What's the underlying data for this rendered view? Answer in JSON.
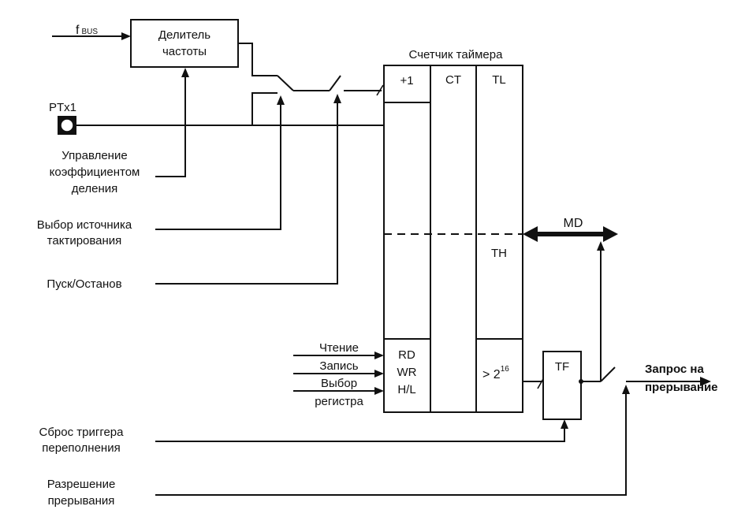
{
  "inputs": {
    "fbus": "f",
    "fbus_sub": "BUS",
    "pin": "PTx1",
    "divider_control": [
      "Управление",
      "коэффициентом",
      "деления"
    ],
    "clock_select": [
      "Выбор источника",
      "тактирования"
    ],
    "start_stop": "Пуск/Останов",
    "overflow_reset": [
      "Сброс триггера",
      "переполнения"
    ],
    "interrupt_enable": [
      "Разрешение",
      "прерывания"
    ]
  },
  "divider": {
    "label": [
      "Делитель",
      "частоты"
    ]
  },
  "counter": {
    "title": "Счетчик таймера",
    "increment": "+1",
    "ct": "CT",
    "tl": "TL",
    "th": "TH",
    "overflow": "> 2",
    "overflow_exp": "16"
  },
  "register_access": {
    "read": "Чтение",
    "write": "Запись",
    "select": [
      "Выбор",
      "регистра"
    ],
    "codes": [
      "RD",
      "WR",
      "H/L"
    ]
  },
  "flag": {
    "label": "TF"
  },
  "bus": {
    "label": "MD"
  },
  "output": {
    "label": [
      "Запрос на",
      "прерывание"
    ]
  }
}
